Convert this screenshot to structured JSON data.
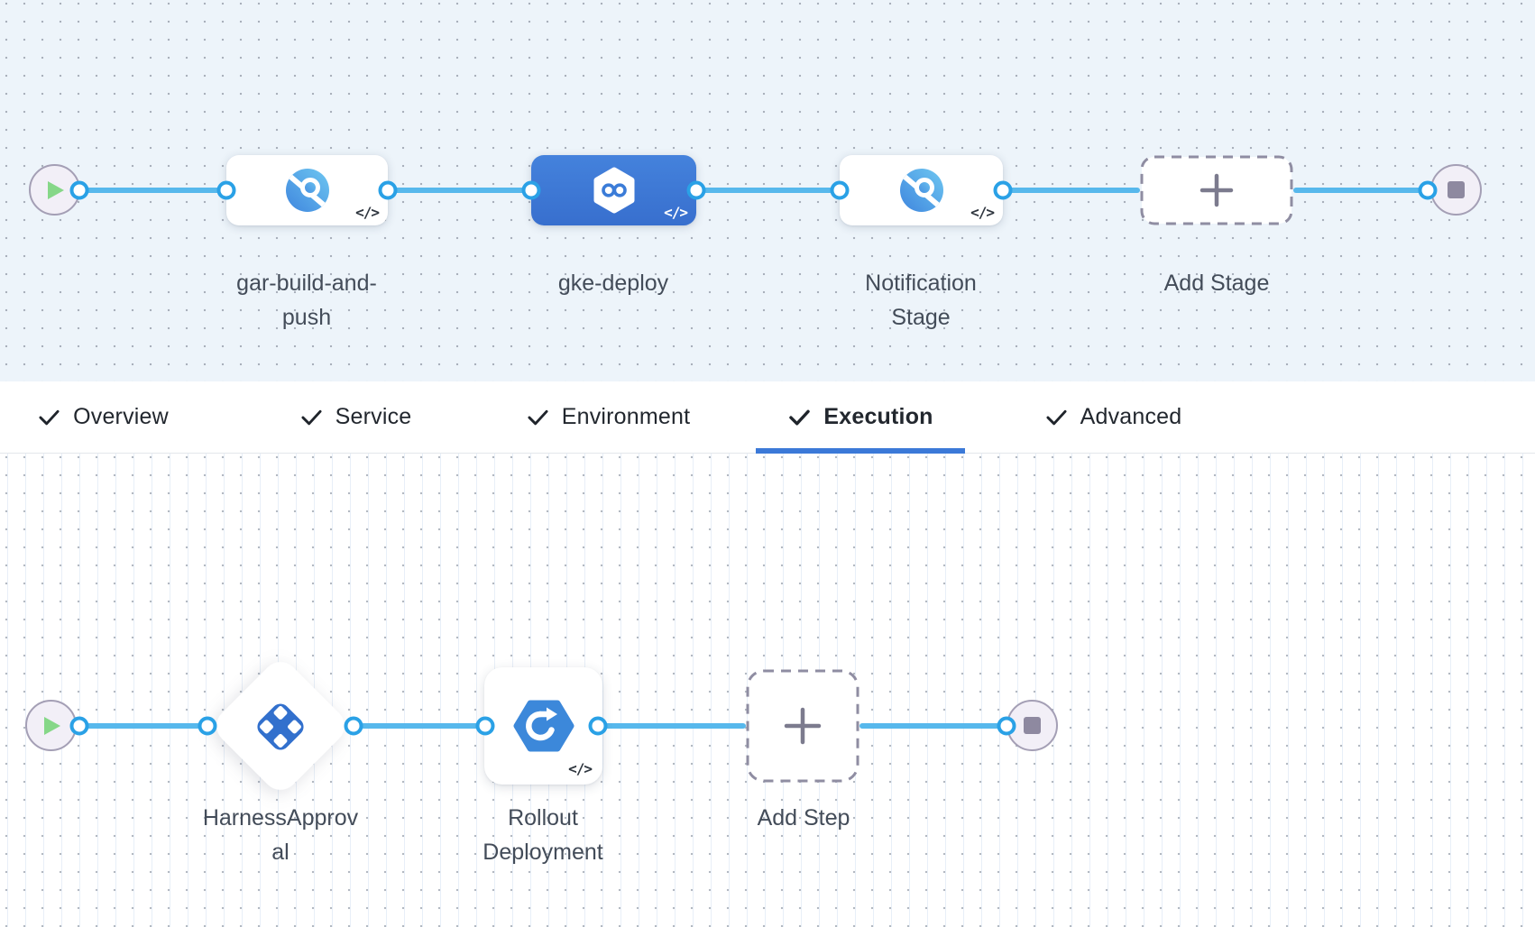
{
  "stage_pipeline": {
    "stages": [
      {
        "name": "gar-build-and-push",
        "label": "gar-build-and-\npush",
        "icon": "custom-stage-icon",
        "selected": false,
        "code_badge": "</>"
      },
      {
        "name": "gke-deploy",
        "label": "gke-deploy",
        "icon": "cd-stage-icon",
        "selected": true,
        "code_badge": "</>"
      },
      {
        "name": "Notification Stage",
        "label": "Notification\nStage",
        "icon": "custom-stage-icon",
        "selected": false,
        "code_badge": "</>"
      }
    ],
    "add_stage_label": "Add Stage"
  },
  "tabs": {
    "items": [
      {
        "label": "Overview",
        "checked": true,
        "active": false
      },
      {
        "label": "Service",
        "checked": true,
        "active": false
      },
      {
        "label": "Environment",
        "checked": true,
        "active": false
      },
      {
        "label": "Execution",
        "checked": true,
        "active": true
      },
      {
        "label": "Advanced",
        "checked": true,
        "active": false
      }
    ]
  },
  "execution": {
    "steps": [
      {
        "name": "HarnessApproval",
        "label": "HarnessApprov\nal",
        "icon": "approval-icon"
      },
      {
        "name": "Rollout Deployment",
        "label": "Rollout\nDeployment",
        "icon": "gke-rollout-icon",
        "code_badge": "</>"
      }
    ],
    "add_step_label": "Add Step"
  },
  "colors": {
    "canvas_top_bg": "#edf4fa",
    "connector_line": "#57b8ec",
    "port_ring": "#2aa1e6",
    "selected_stage": "#3b7cd8",
    "active_tab_underline": "#3b79d8",
    "play_triangle": "#86d788",
    "end_square": "#8e89a0",
    "approval_icon_blue": "#3270cd",
    "rollout_hexagon_blue": "#3c88da",
    "label_text": "#434c59"
  }
}
